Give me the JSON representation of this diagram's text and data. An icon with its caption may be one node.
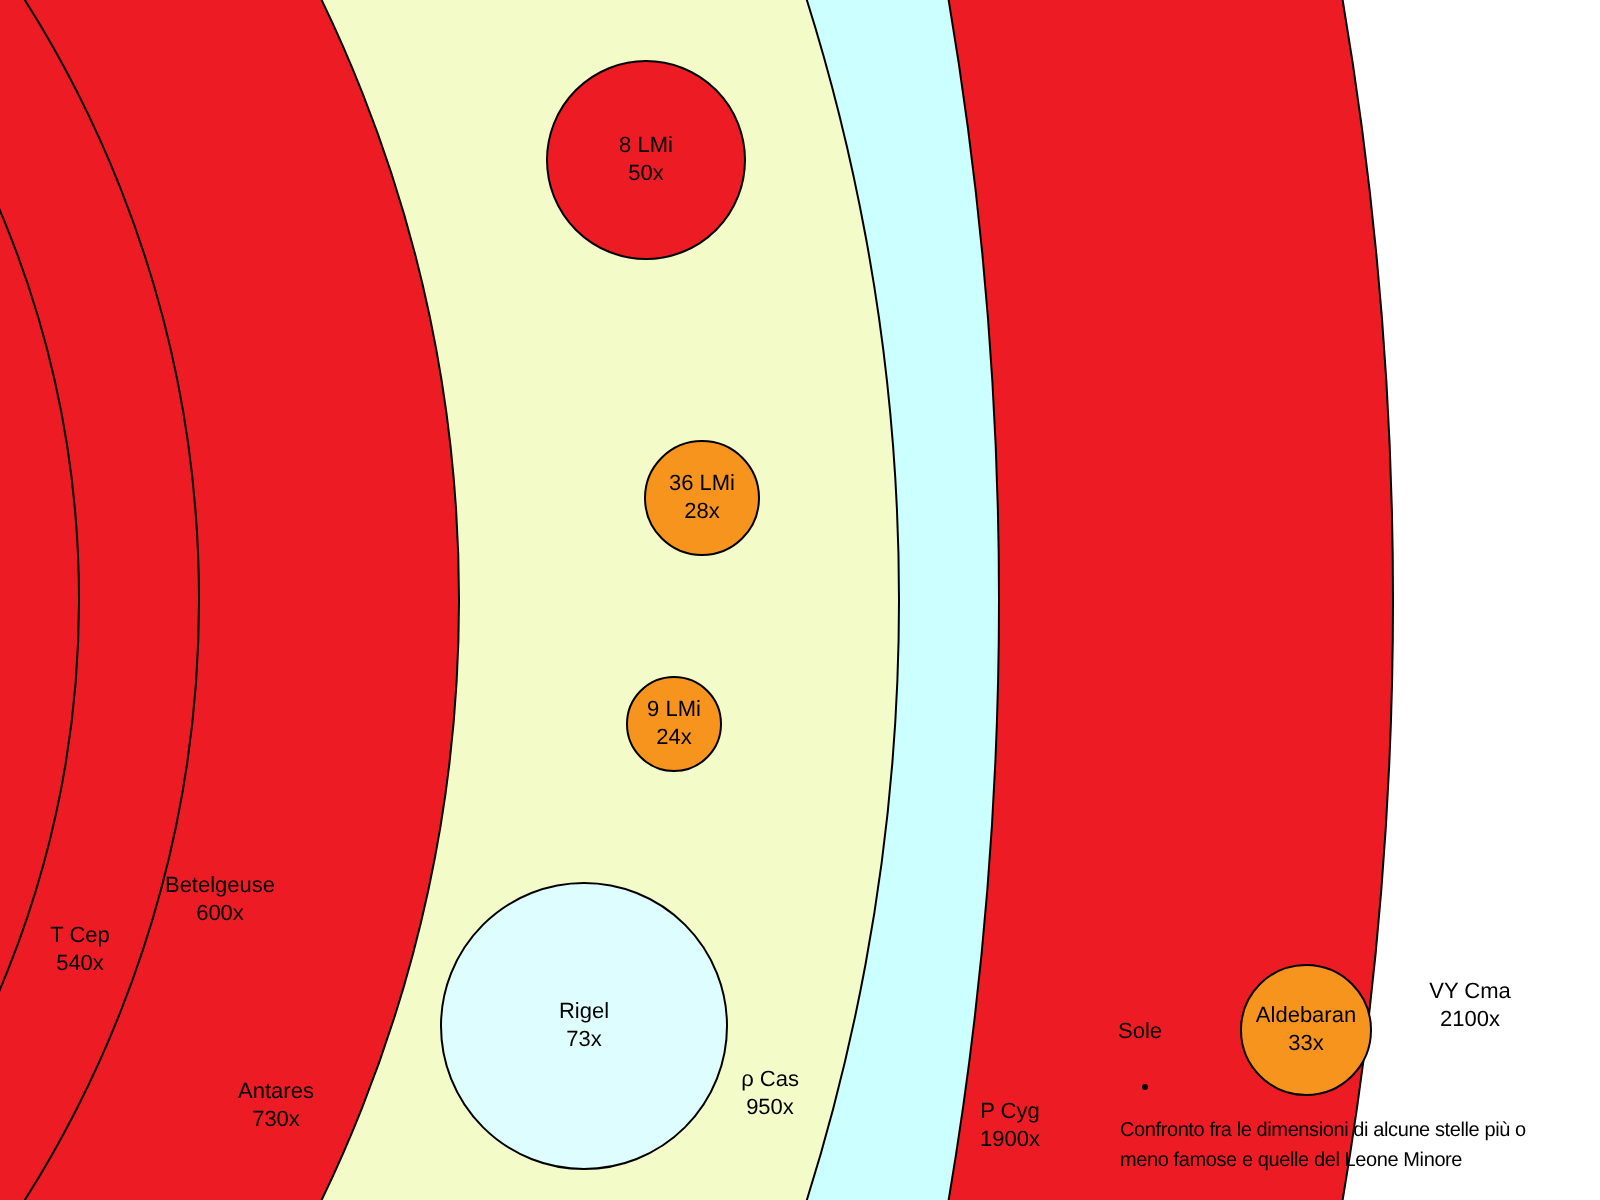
{
  "diagram": {
    "caption": "Confronto fra le dimensioni di alcune stelle più o meno famose e quelle del Leone Minore",
    "nodes": [
      {
        "text": [
          "VY Cma",
          "2100x"
        ]
      },
      {
        "text": [
          "P Cyg",
          "1900x"
        ],
        "in": 0
      },
      {
        "text": [
          "ρ Cas",
          "950x"
        ],
        "in": 1
      },
      {
        "text": [
          "Antares",
          "730x"
        ],
        "in": 2
      },
      {
        "text": [
          "Betelgeuse",
          "600x"
        ],
        "in": 3
      },
      {
        "text": [
          "T Cep",
          "540x"
        ],
        "in": 4
      },
      {
        "text": [
          "8 LMi",
          "50x"
        ],
        "in": 2
      },
      {
        "text": [
          "36 LMi",
          "28x"
        ],
        "in": 2
      },
      {
        "text": [
          "9 LMi",
          "24x"
        ],
        "in": 2
      },
      {
        "text": [
          "Rigel",
          "73x"
        ],
        "in": 2
      },
      {
        "text": [
          "Aldebaran",
          "33x"
        ],
        "in": 0
      },
      {
        "text": [
          "Sole"
        ],
        "in": 0
      }
    ],
    "edges": []
  }
}
